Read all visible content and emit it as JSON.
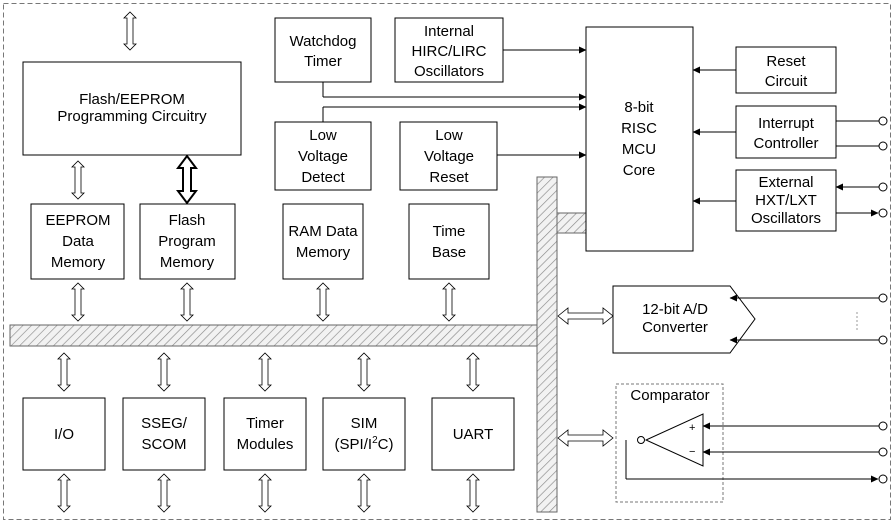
{
  "blocks": {
    "flash": [
      "Flash/EEPROM",
      "Programming Circuitry"
    ],
    "watchdog": [
      "Watchdog",
      "Timer"
    ],
    "osc_int": [
      "Internal",
      "HIRC/LIRC",
      "Oscillators"
    ],
    "lvd": [
      "Low",
      "Voltage",
      "Detect"
    ],
    "lvr": [
      "Low",
      "Voltage",
      "Reset"
    ],
    "cpu": [
      "8-bit",
      "RISC",
      "MCU",
      "Core"
    ],
    "reset": [
      "Reset",
      "Circuit"
    ],
    "interrupt": [
      "Interrupt",
      "Controller"
    ],
    "osc_ext": [
      "External",
      "HXT/LXT",
      "Oscillators"
    ],
    "eeprom": [
      "EEPROM",
      "Data",
      "Memory"
    ],
    "flash_mem": [
      "Flash",
      "Program",
      "Memory"
    ],
    "ram": [
      "RAM Data",
      "Memory"
    ],
    "timebase": [
      "Time",
      "Base"
    ],
    "adc": [
      "12-bit A/D",
      "Converter"
    ],
    "comparator": "Comparator",
    "io": "I/O",
    "sseg": [
      "SSEG/",
      "SCOM"
    ],
    "timer": [
      "Timer",
      "Modules"
    ],
    "sim": [
      "SIM",
      "(SPI/I",
      "2",
      "C)"
    ],
    "uart": "UART"
  },
  "comparator_signs": {
    "plus": "+",
    "minus": "−"
  }
}
